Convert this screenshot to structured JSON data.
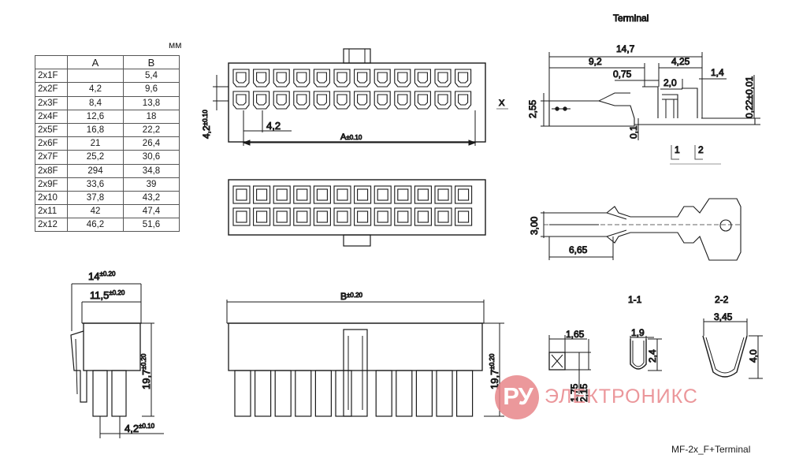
{
  "units_label": "мм",
  "table": {
    "headers": [
      "",
      "A",
      "B"
    ],
    "rows": [
      {
        "model": "2x1F",
        "a": "",
        "b": "5,4"
      },
      {
        "model": "2x2F",
        "a": "4,2",
        "b": "9,6"
      },
      {
        "model": "2x3F",
        "a": "8,4",
        "b": "13,8"
      },
      {
        "model": "2x4F",
        "a": "12,6",
        "b": "18"
      },
      {
        "model": "2x5F",
        "a": "16,8",
        "b": "22,2"
      },
      {
        "model": "2x6F",
        "a": "21",
        "b": "26,4"
      },
      {
        "model": "2x7F",
        "a": "25,2",
        "b": "30,6"
      },
      {
        "model": "2x8F",
        "a": "294",
        "b": "34,8"
      },
      {
        "model": "2x9F",
        "a": "33,6",
        "b": "39"
      },
      {
        "model": "2x10",
        "a": "37,8",
        "b": "43,2"
      },
      {
        "model": "2x11",
        "a": "42",
        "b": "47,4"
      },
      {
        "model": "2x12",
        "a": "46,2",
        "b": "51,6"
      }
    ]
  },
  "front_view": {
    "pitch_label": "4,2",
    "a_label": "A",
    "a_tol": "±0.10",
    "height_label": "4,2",
    "height_tol": "±0.10"
  },
  "side_view": {
    "width_label": "14",
    "width_tol": "±0.20",
    "inner_label": "11,5",
    "inner_tol": "±0.20",
    "height_label": "19,7",
    "height_tol": "±0.20",
    "pitch_label": "4,2",
    "pitch_tol": "±0.10"
  },
  "long_view": {
    "b_label": "B",
    "b_tol": "±0.20",
    "height_label": "19,7",
    "height_tol": "±0.20"
  },
  "terminal": {
    "title": "Terminal",
    "total_length": "14,7",
    "d_9_2": "9,2",
    "d_4_25": "4,25",
    "d_0_75": "0,75",
    "d_2_0": "2,0",
    "d_1_4": "1,4",
    "d_2_55": "2,55",
    "d_0_1": "0,1",
    "d_022": "0,22±0,01",
    "x_mark": "X",
    "sec1": "1",
    "sec2": "2",
    "d_3_00": "3,00",
    "d_6_65": "6,65"
  },
  "sections": {
    "x_title": "X-X",
    "x_w": "1,65",
    "x_h1": "1,75",
    "x_h2": "2,15",
    "s1_title": "1-1",
    "s1_w": "1,9",
    "s1_h": "2,4",
    "s2_title": "2-2",
    "s2_w": "3,45",
    "s2_h": "4,0"
  },
  "logo": {
    "mark": "РУ",
    "name": "ЭЛЕКТРОНИКС"
  },
  "caption": "MF-2x_F+Terminal",
  "colors": {
    "line": "#1a1a1a",
    "logo": "#e8868a"
  }
}
